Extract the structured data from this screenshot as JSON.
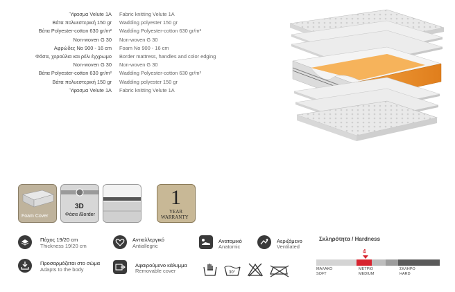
{
  "layers": [
    {
      "gr": "Ύφασμα Velute 1A",
      "en": "Fabric knitting Velute 1A"
    },
    {
      "gr": "Βάτα πολυεστερική 150 gr",
      "en": "Wadding polyester 150 gr"
    },
    {
      "gr": "Βάτα Polyester-cotton 630 gr/m²",
      "en": "Wadding Polyester-cotton 630 gr/m²"
    },
    {
      "gr": "Non-woven G 30",
      "en": "Non-woven G 30"
    },
    {
      "gr": "Αφρώδες No 900 - 16 cm",
      "en": "Foam No 900 - 16 cm"
    },
    {
      "gr": "Φάσα, χερούλια και ρέλι έγχρωμο",
      "en": "Border mattress, handles and color edging"
    },
    {
      "gr": "Non-woven G 30",
      "en": "Non-woven G 30"
    },
    {
      "gr": "Βάτα Polyester-cotton 630 gr/m²",
      "en": "Wadding Polyester-cotton 630 gr/m²"
    },
    {
      "gr": "Βάτα πολυεστερική 150 gr",
      "en": "Wadding polyester 150 gr"
    },
    {
      "gr": "Ύφασμα Velute 1A",
      "en": "Fabric knitting Velute 1A"
    }
  ],
  "thumbs": {
    "foam_cover": "Foam Cover",
    "border_3d": "3D",
    "border_label": "Φάσα /Border",
    "warranty_num": "1",
    "warranty_year": "YEAR",
    "warranty_word": "WARRANTY"
  },
  "features": {
    "thickness_gr": "Πάχος 19/20 cm",
    "thickness_en": "Thickness 19/20 cm",
    "antiallergic_gr": "Αντιαλλεργικό",
    "antiallergic_en": "Antiallegric",
    "anatomic_gr": "Ανατομικό",
    "anatomic_en": "Anatomic",
    "ventilated_gr": "Αεριζόμενο",
    "ventilated_en": "Ventilated",
    "adapts_gr": "Προσαρμόζεται στο σώμα",
    "adapts_en": "Adapts to the body",
    "removable_gr": "Αφαιρούμενο κάλυμμα",
    "removable_en": "Removable cover",
    "wash_temp": "30°"
  },
  "hardness": {
    "title": "Σκληρότητα / Hardness",
    "value": "4",
    "soft_gr": "ΜΑΛΑΚΟ",
    "soft_en": "SOFT",
    "medium_gr": "ΜΕΤΡΙΟ",
    "medium_en": "MEDIUM",
    "hard_gr": "ΣΚΛΗΡΟ",
    "hard_en": "HARD",
    "accent": "#d7232e"
  }
}
